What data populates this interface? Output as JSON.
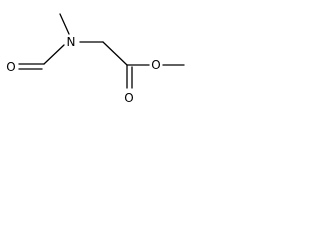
{
  "molecule": {
    "atoms": {
      "formyl_oxygen": "O",
      "amine_nitrogen": "N",
      "ester_carbonyl_oxygen": "O",
      "ester_ether_oxygen": "O"
    }
  },
  "colors": {
    "bond": "#000000",
    "label": "#000000",
    "background": "#ffffff"
  }
}
